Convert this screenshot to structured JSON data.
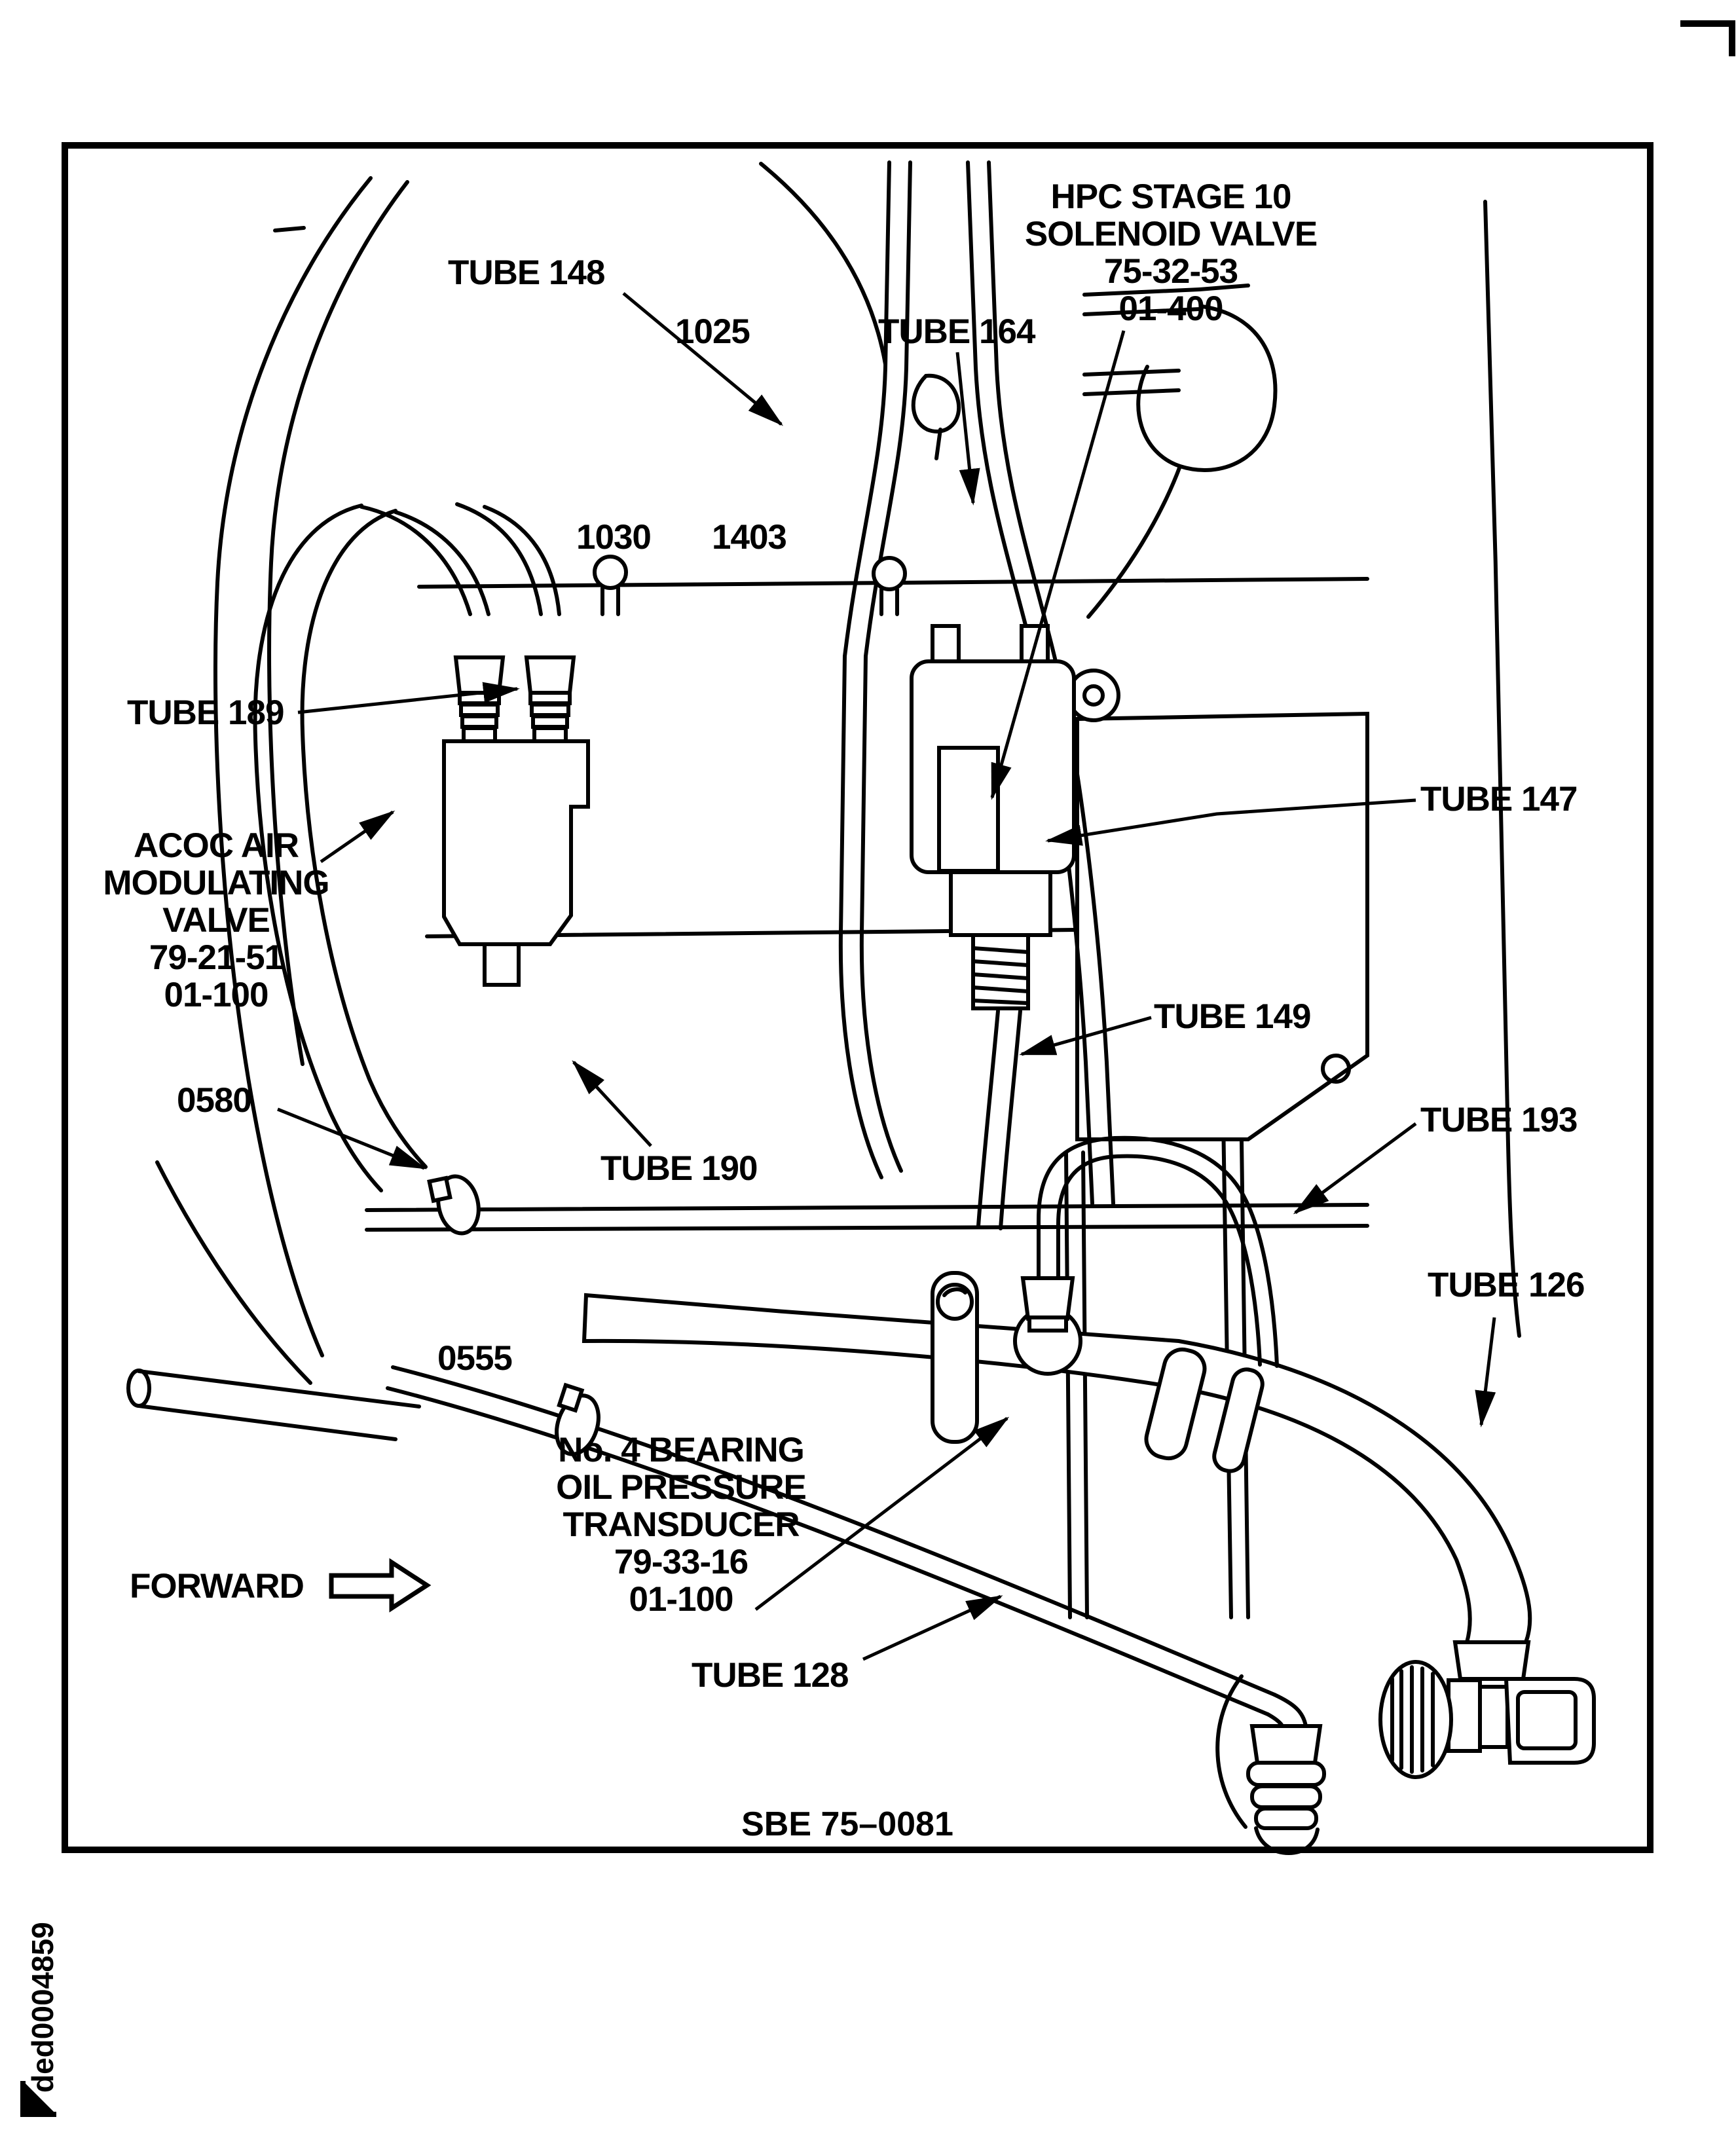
{
  "figure": {
    "caption": "SBE 75–0081",
    "doc_id": "ded0004859",
    "forward_label": "FORWARD"
  },
  "callouts": {
    "tube_148": "TUBE 148",
    "clamp_1025": "1025",
    "tube_164": "TUBE 164",
    "hpc_solenoid_valve": {
      "l1": "HPC STAGE 10",
      "l2": "SOLENOID VALVE",
      "l3": "75-32-53",
      "l4": "01-400"
    },
    "clamp_1030": "1030",
    "clamp_1403": "1403",
    "tube_189": "TUBE 189",
    "acoc_valve": {
      "l1": "ACOC AIR",
      "l2": "MODULATING",
      "l3": "VALVE",
      "l4": "79-21-51",
      "l5": "01-100"
    },
    "clamp_0580": "0580",
    "tube_190": "TUBE 190",
    "tube_149": "TUBE 149",
    "tube_147": "TUBE 147",
    "tube_193": "TUBE 193",
    "tube_126": "TUBE 126",
    "clamp_0555": "0555",
    "bearing_transducer": {
      "l1": "No. 4 BEARING",
      "l2": "OIL PRESSURE",
      "l3": "TRANSDUCER",
      "l4": "79-33-16",
      "l5": "01-100"
    },
    "tube_128": "TUBE 128"
  },
  "colors": {
    "ink": "#000000",
    "paper": "#ffffff"
  }
}
